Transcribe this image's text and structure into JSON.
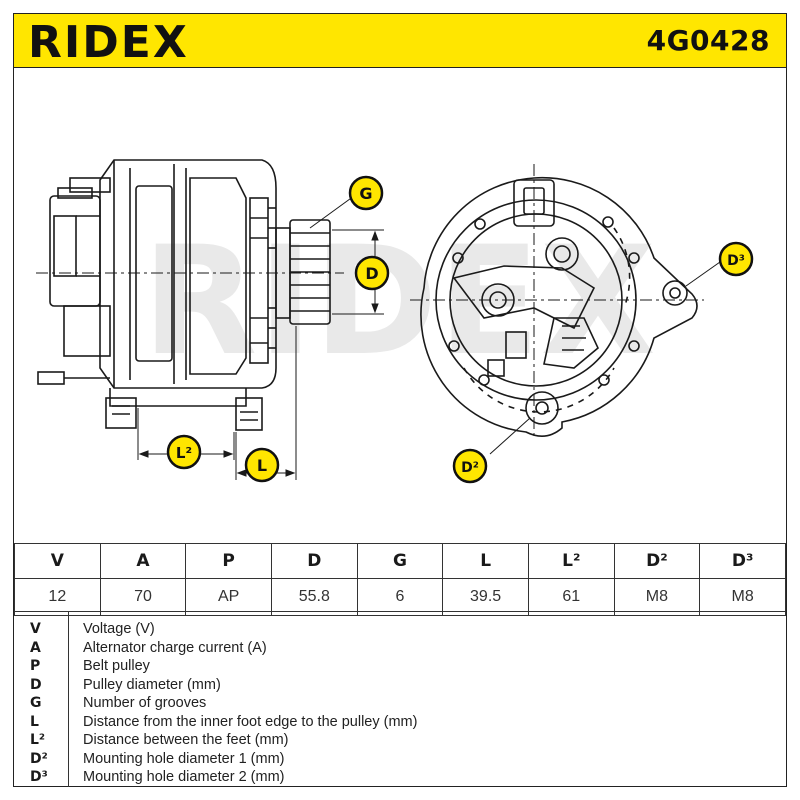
{
  "header": {
    "brand": "RIDEX",
    "part_number": "4G0428"
  },
  "drawing": {
    "watermark": "RIDEX",
    "callouts": {
      "g": "G",
      "d": "D",
      "l2": "L²",
      "l": "L",
      "d2": "D²",
      "d3": "D³"
    }
  },
  "specs": {
    "headers": [
      "V",
      "A",
      "P",
      "D",
      "G",
      "L",
      "L²",
      "D²",
      "D³"
    ],
    "values": [
      "12",
      "70",
      "AP",
      "55.8",
      "6",
      "39.5",
      "61",
      "M8",
      "M8"
    ]
  },
  "legend": [
    {
      "sym": "V",
      "desc": "Voltage (V)"
    },
    {
      "sym": "A",
      "desc": "Alternator charge current (A)"
    },
    {
      "sym": "P",
      "desc": "Belt pulley"
    },
    {
      "sym": "D",
      "desc": "Pulley diameter (mm)"
    },
    {
      "sym": "G",
      "desc": "Number of grooves"
    },
    {
      "sym": "L",
      "desc": "Distance from the inner foot edge to the pulley (mm)"
    },
    {
      "sym": "L²",
      "desc": "Distance between the feet (mm)"
    },
    {
      "sym": "D²",
      "desc": "Mounting hole diameter 1 (mm)"
    },
    {
      "sym": "D³",
      "desc": "Mounting hole diameter 2 (mm)"
    }
  ],
  "colors": {
    "brand_yellow": "#ffe600",
    "line": "#1a1a1a",
    "watermark": "#e6e6e6"
  }
}
